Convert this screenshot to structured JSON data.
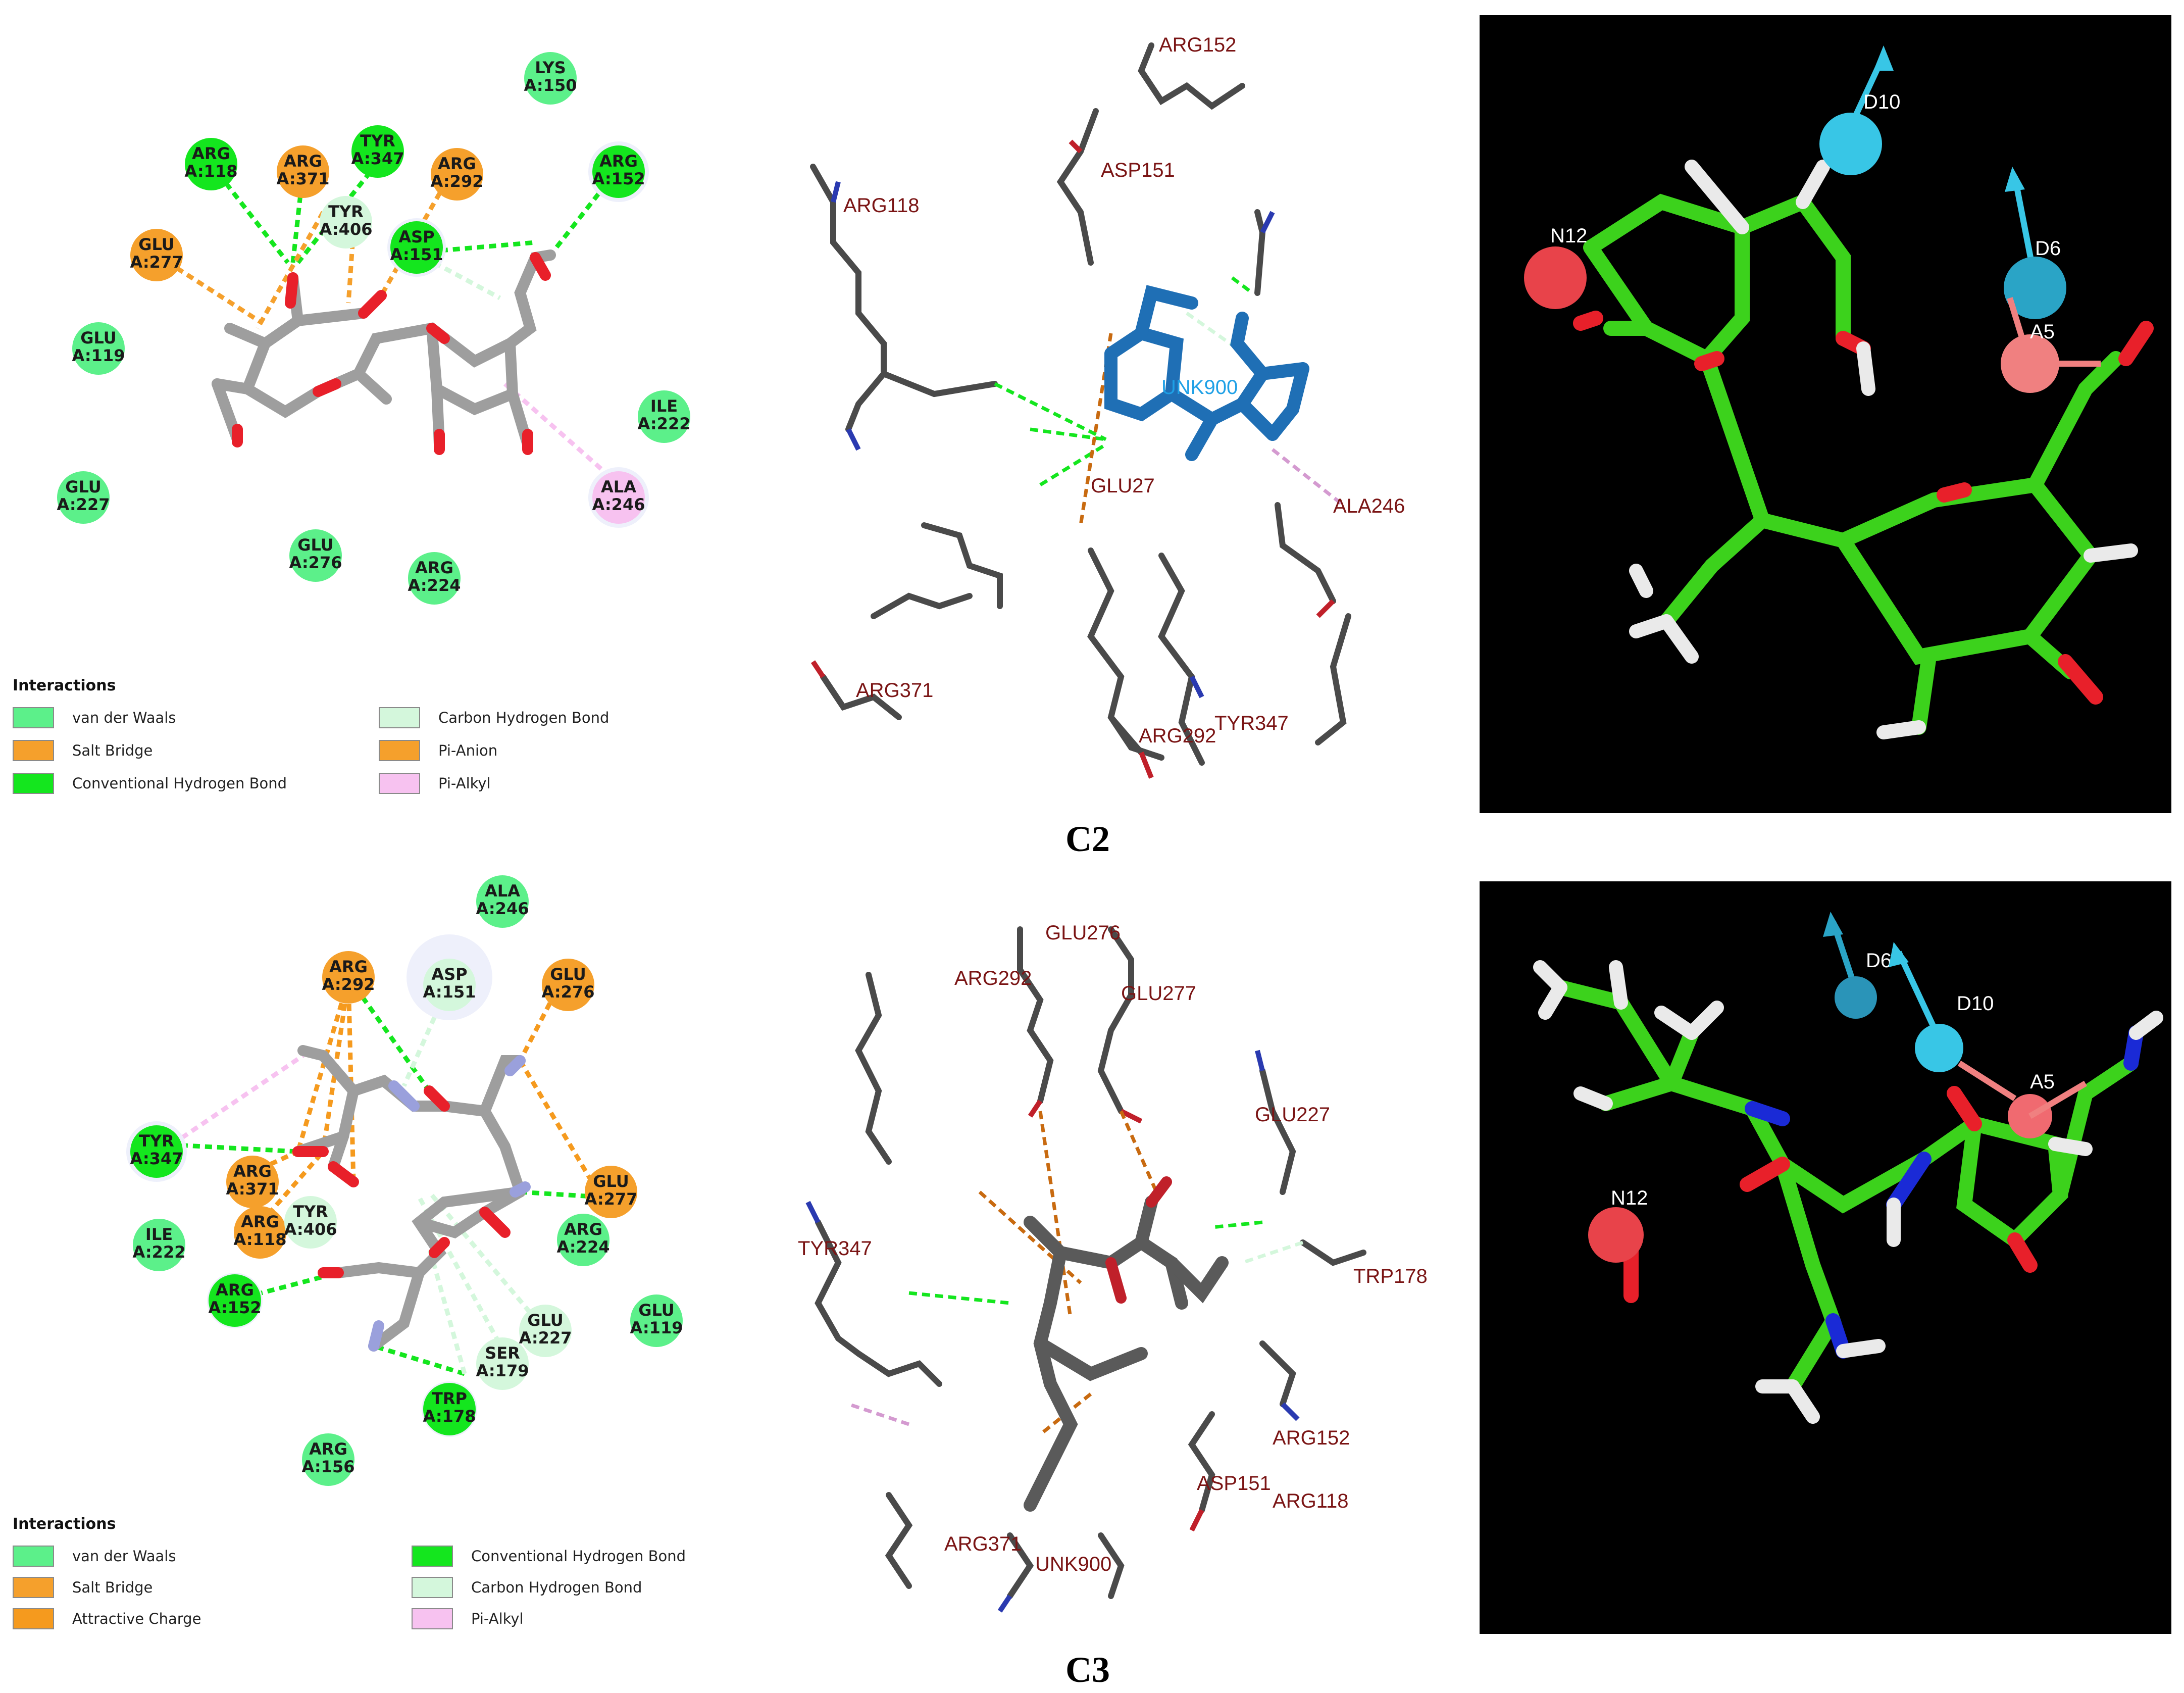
{
  "colors": {
    "vdw": "#5cf08a",
    "salt_bridge": "#f5a02c",
    "hbond": "#14e61e",
    "ch_bond": "#d4f7dc",
    "pi_anion": "#f5a02c",
    "pi_alkyl": "#f7c2f0",
    "attractive_charge": "#f59a1e",
    "carbon": "#9e9e9e",
    "oxygen": "#e8202a",
    "nitrogen": "#9aa0dc",
    "ligand_3d": "#1f6fb5",
    "pharm_green": "#3cd21c",
    "pharm_donor": "#38c6e6",
    "pharm_acceptor": "#f08080",
    "label_red": "#7a1414"
  },
  "captions": {
    "c2": "C2",
    "c3": "C3"
  },
  "c2": {
    "residues": [
      {
        "name": "LYS",
        "num": "A:150",
        "type": "vdw"
      },
      {
        "name": "ARG",
        "num": "A:118",
        "type": "hbond"
      },
      {
        "name": "ARG",
        "num": "A:371",
        "type": "salt_bridge"
      },
      {
        "name": "TYR",
        "num": "A:347",
        "type": "hbond"
      },
      {
        "name": "ARG",
        "num": "A:292",
        "type": "salt_bridge"
      },
      {
        "name": "ARG",
        "num": "A:152",
        "type": "hbond"
      },
      {
        "name": "TYR",
        "num": "A:406",
        "type": "ch_bond"
      },
      {
        "name": "ASP",
        "num": "A:151",
        "type": "hbond"
      },
      {
        "name": "GLU",
        "num": "A:277",
        "type": "salt_bridge"
      },
      {
        "name": "GLU",
        "num": "A:119",
        "type": "vdw"
      },
      {
        "name": "ILE",
        "num": "A:222",
        "type": "vdw"
      },
      {
        "name": "GLU",
        "num": "A:227",
        "type": "vdw"
      },
      {
        "name": "ALA",
        "num": "A:246",
        "type": "pi_alkyl"
      },
      {
        "name": "GLU",
        "num": "A:276",
        "type": "vdw"
      },
      {
        "name": "ARG",
        "num": "A:224",
        "type": "vdw"
      }
    ],
    "legend": {
      "title": "Interactions",
      "items": [
        {
          "label": "van der Waals",
          "type": "vdw"
        },
        {
          "label": "Salt Bridge",
          "type": "salt_bridge"
        },
        {
          "label": "Conventional Hydrogen Bond",
          "type": "hbond"
        },
        {
          "label": "Carbon Hydrogen Bond",
          "type": "ch_bond"
        },
        {
          "label": "Pi-Anion",
          "type": "pi_anion"
        },
        {
          "label": "Pi-Alkyl",
          "type": "pi_alkyl"
        }
      ]
    },
    "labels_3d": [
      "ARG152",
      "ARG118",
      "ASP151",
      "UNK900",
      "GLU27",
      "ALA246",
      "ARG371",
      "ARG292",
      "TYR347"
    ],
    "pharmacophore": [
      "D10",
      "N12",
      "D6",
      "A5"
    ]
  },
  "c3": {
    "residues": [
      {
        "name": "ALA",
        "num": "A:246",
        "type": "vdw"
      },
      {
        "name": "ARG",
        "num": "A:292",
        "type": "salt_bridge"
      },
      {
        "name": "ASP",
        "num": "A:151",
        "type": "ch_bond"
      },
      {
        "name": "GLU",
        "num": "A:276",
        "type": "salt_bridge"
      },
      {
        "name": "TYR",
        "num": "A:347",
        "type": "hbond"
      },
      {
        "name": "ARG",
        "num": "A:371",
        "type": "salt_bridge"
      },
      {
        "name": "GLU",
        "num": "A:277",
        "type": "salt_bridge"
      },
      {
        "name": "ARG",
        "num": "A:118",
        "type": "salt_bridge"
      },
      {
        "name": "TYR",
        "num": "A:406",
        "type": "ch_bond"
      },
      {
        "name": "ARG",
        "num": "A:224",
        "type": "vdw"
      },
      {
        "name": "ILE",
        "num": "A:222",
        "type": "vdw"
      },
      {
        "name": "ARG",
        "num": "A:152",
        "type": "hbond"
      },
      {
        "name": "GLU",
        "num": "A:227",
        "type": "ch_bond"
      },
      {
        "name": "GLU",
        "num": "A:119",
        "type": "vdw"
      },
      {
        "name": "SER",
        "num": "A:179",
        "type": "ch_bond"
      },
      {
        "name": "TRP",
        "num": "A:178",
        "type": "hbond"
      },
      {
        "name": "ARG",
        "num": "A:156",
        "type": "vdw"
      }
    ],
    "legend": {
      "title": "Interactions",
      "items": [
        {
          "label": "van der Waals",
          "type": "vdw"
        },
        {
          "label": "Salt Bridge",
          "type": "salt_bridge"
        },
        {
          "label": "Attractive Charge",
          "type": "attractive_charge"
        },
        {
          "label": "Conventional Hydrogen Bond",
          "type": "hbond"
        },
        {
          "label": "Carbon Hydrogen Bond",
          "type": "ch_bond"
        },
        {
          "label": "Pi-Alkyl",
          "type": "pi_alkyl"
        }
      ]
    },
    "labels_3d": [
      "GLU276",
      "ARG292",
      "GLU277",
      "GLU227",
      "TYR347",
      "TRP178",
      "ARG152",
      "ASP151",
      "ARG118",
      "ARG371",
      "UNK900"
    ],
    "pharmacophore": [
      "D6",
      "D10",
      "A5",
      "N12"
    ]
  }
}
